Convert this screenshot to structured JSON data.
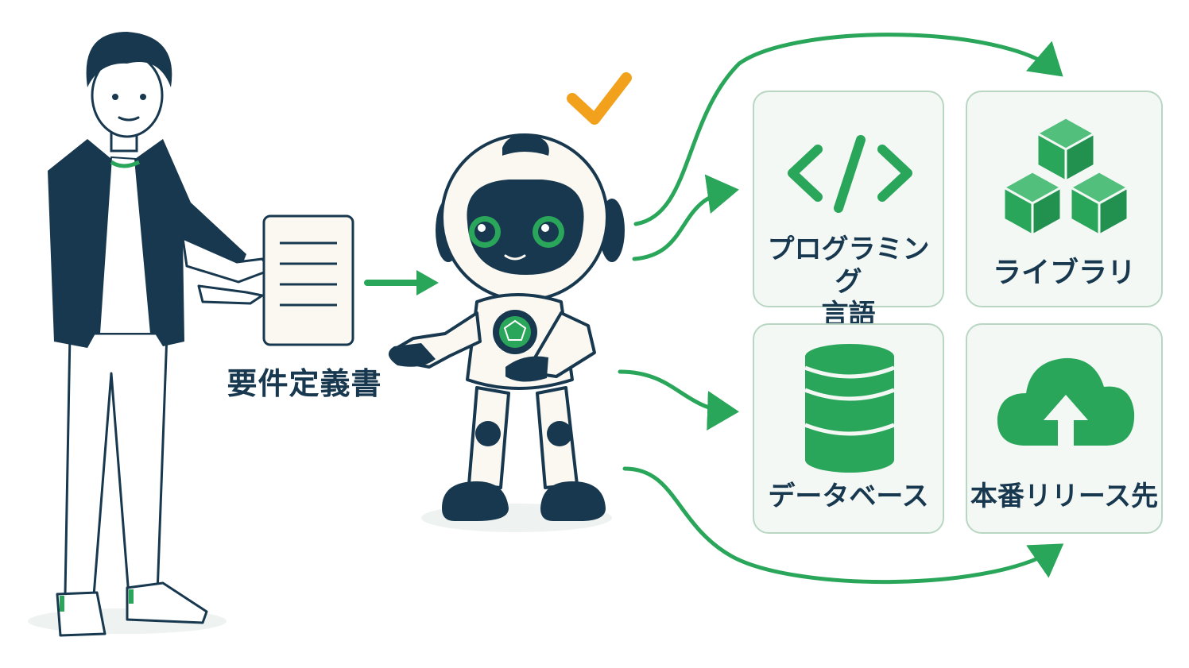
{
  "document_label": "要件定義書",
  "cards": {
    "language": {
      "line1": "プログラミング",
      "line2": "言語",
      "icon": "code-icon"
    },
    "library": {
      "label": "ライブラリ",
      "icon": "cubes-icon"
    },
    "database": {
      "label": "データベース",
      "icon": "database-icon"
    },
    "deploy": {
      "label": "本番リリース先",
      "icon": "cloud-upload-icon"
    }
  },
  "colors": {
    "accent_green": "#2aa65a",
    "navy": "#17384e",
    "check_orange": "#f2a11c",
    "card_bg": "#f3f8f5",
    "card_border": "#b9d6c3"
  }
}
